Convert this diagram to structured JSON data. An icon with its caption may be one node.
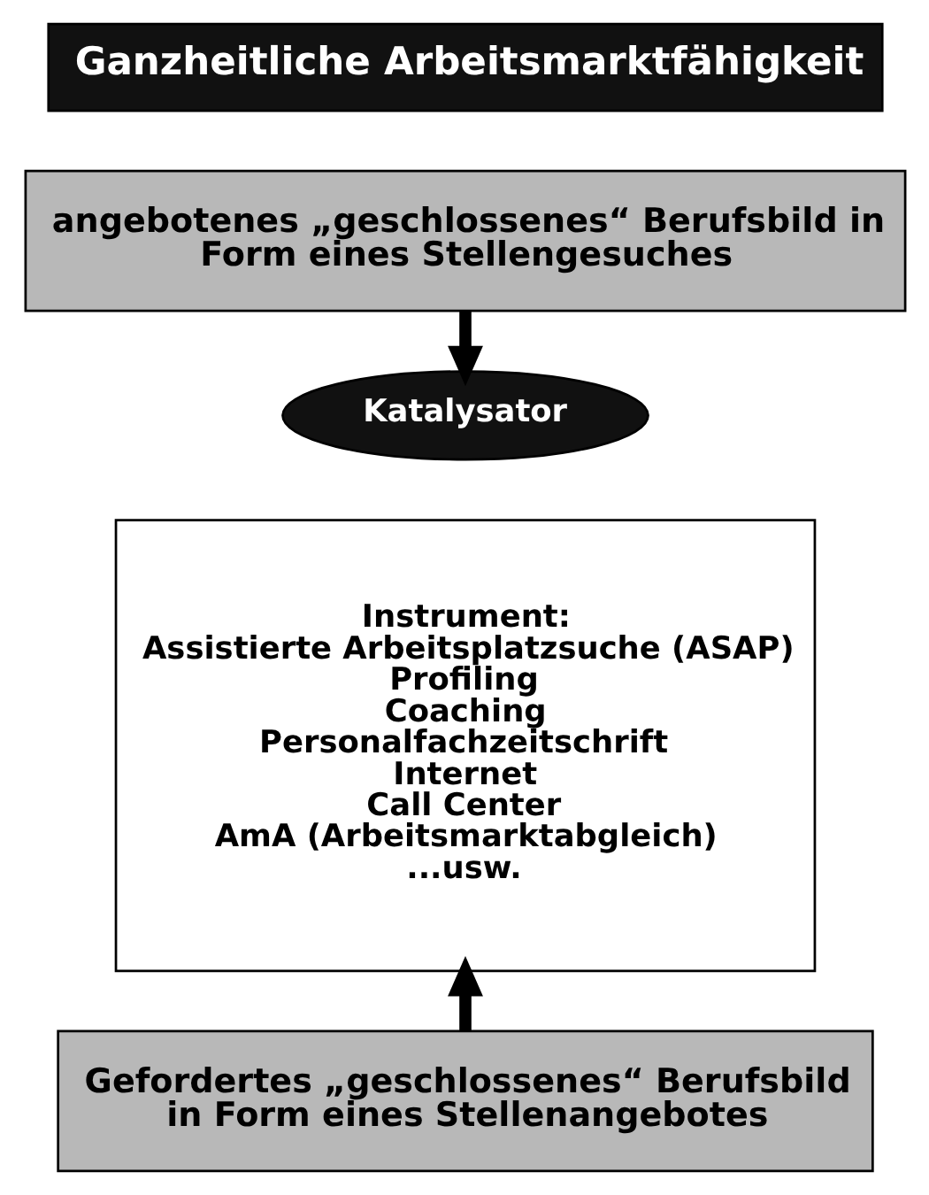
{
  "diagram": {
    "nodes": [
      {
        "text": [
          "Ganzheitliche Arbeitsmarktfähigkeit"
        ]
      },
      {
        "text": [
          "angebotenes „geschlossenes“ Berufsbild in Form eines Stellengesuches"
        ]
      },
      {
        "text": [
          "Instrument:",
          "Assistierte Arbeitsplatzsuche (ASAP)",
          "Profiling",
          "Coaching",
          "Personalfachzeitschrift",
          "Internet",
          "Call Center",
          "AmA (Arbeitsmarktabgleich)",
          "...usw."
        ]
      },
      {
        "text": [
          "Katalysator"
        ]
      },
      {
        "text": [
          "Gefordertes „geschlossenes“ Berufsbild in Form eines Stellenangebotes"
        ]
      }
    ],
    "edges": [
      {
        "from": 1,
        "to": 3,
        "arrow": "to"
      },
      {
        "from": 4,
        "to": 2,
        "arrow": "to"
      }
    ]
  }
}
